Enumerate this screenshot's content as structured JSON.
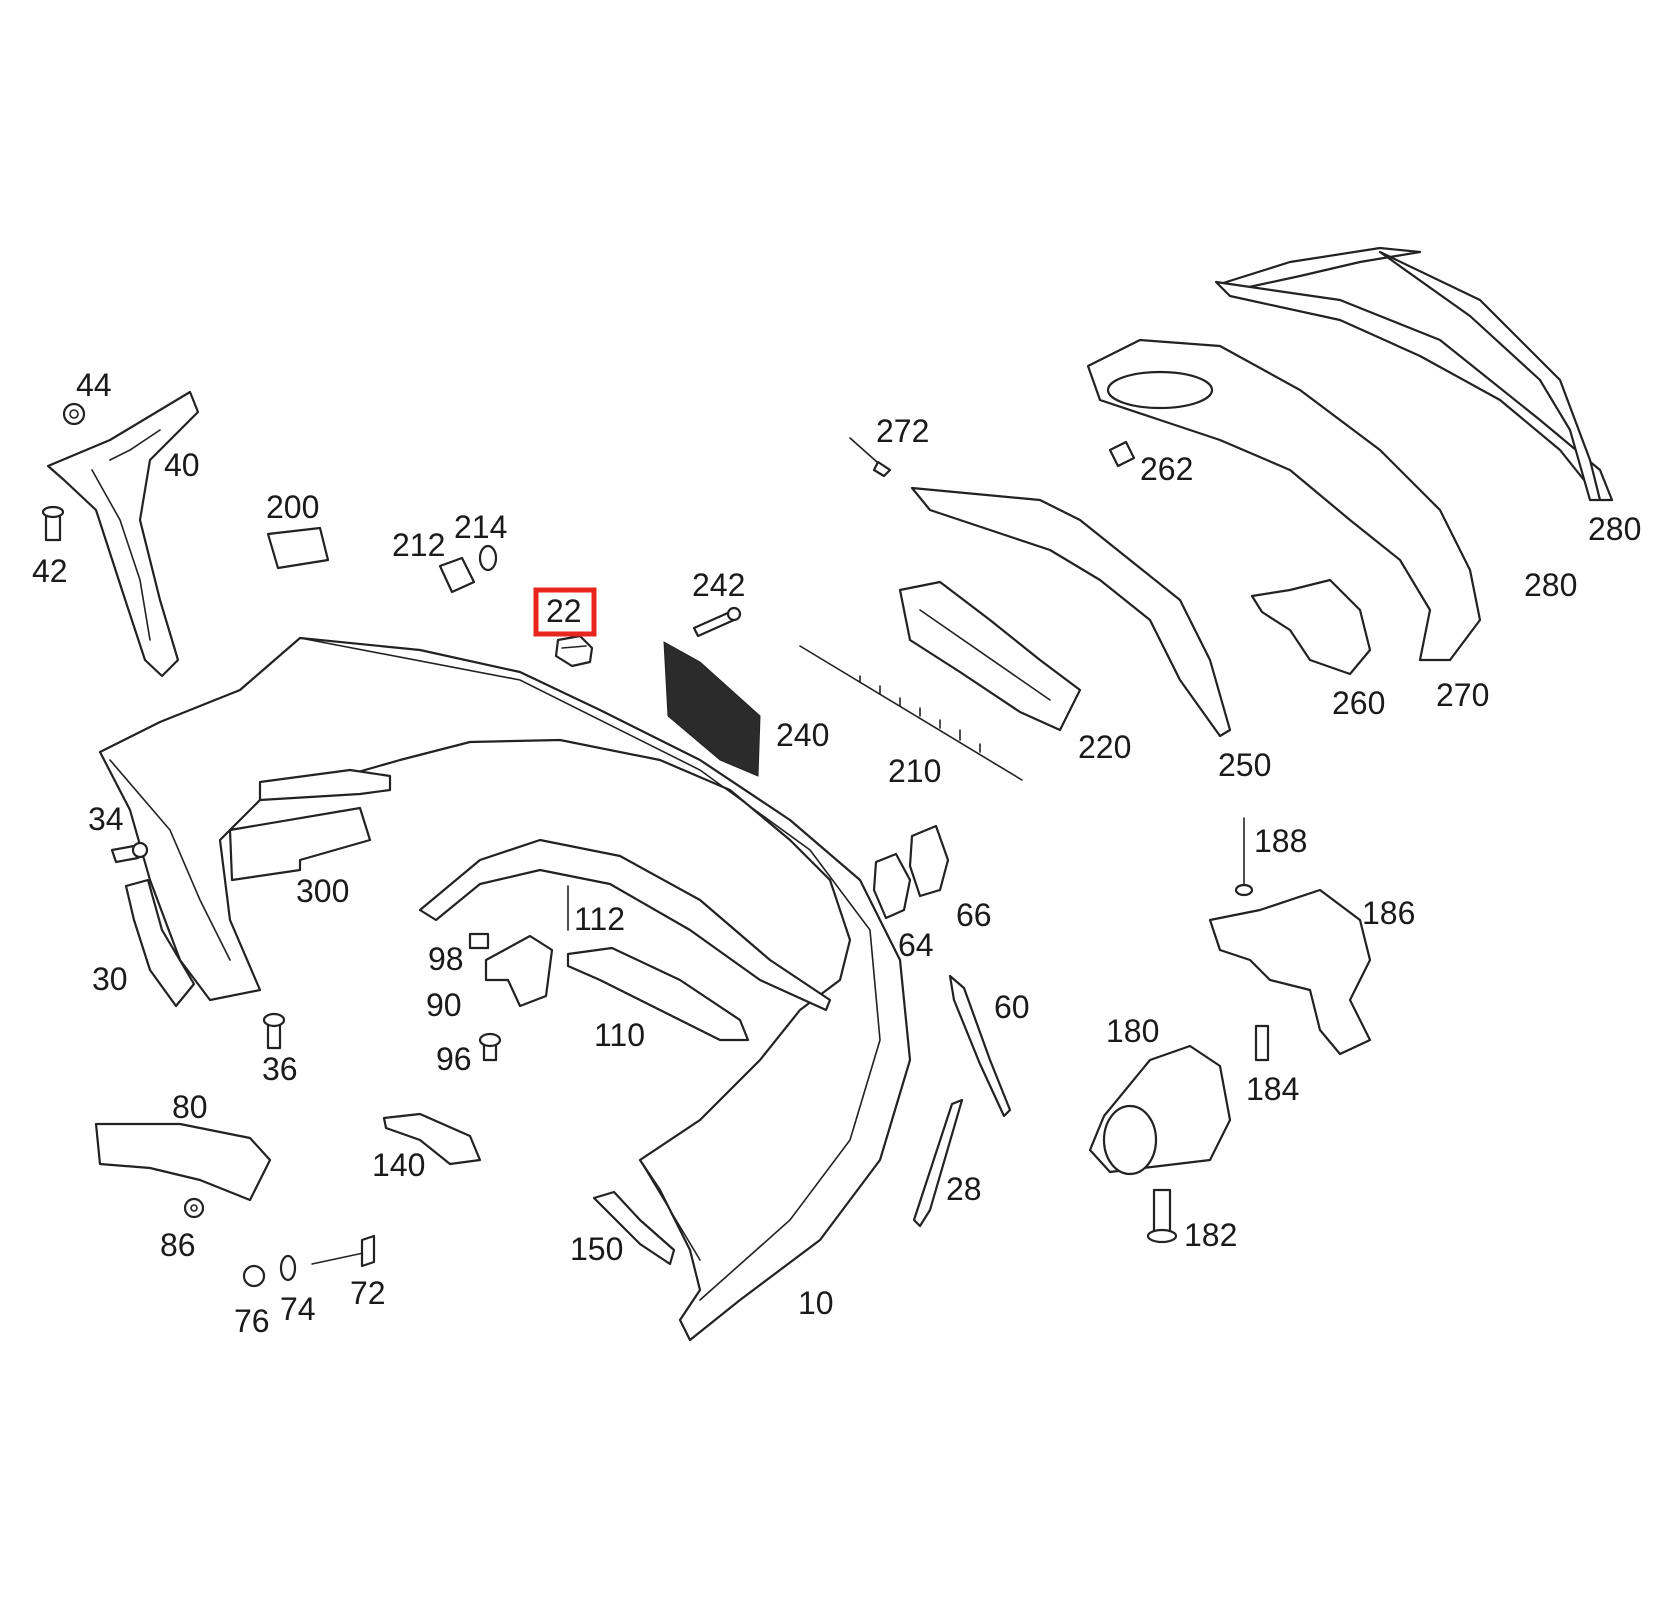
{
  "diagram": {
    "highlight_color": "#e8261c",
    "highlighted_callout": "22",
    "callouts": {
      "c10": "10",
      "c22": "22",
      "c28": "28",
      "c30": "30",
      "c34": "34",
      "c36": "36",
      "c40": "40",
      "c42": "42",
      "c44": "44",
      "c60": "60",
      "c64": "64",
      "c66": "66",
      "c72": "72",
      "c74": "74",
      "c76": "76",
      "c80": "80",
      "c86": "86",
      "c90": "90",
      "c96": "96",
      "c98": "98",
      "c110": "110",
      "c112": "112",
      "c140": "140",
      "c150": "150",
      "c180": "180",
      "c182": "182",
      "c184": "184",
      "c186": "186",
      "c188": "188",
      "c200": "200",
      "c210": "210",
      "c212": "212",
      "c214": "214",
      "c220": "220",
      "c240": "240",
      "c242": "242",
      "c250": "250",
      "c260": "260",
      "c262": "262",
      "c270": "270",
      "c272": "272",
      "c280a": "280",
      "c280b": "280",
      "c300": "300"
    }
  }
}
